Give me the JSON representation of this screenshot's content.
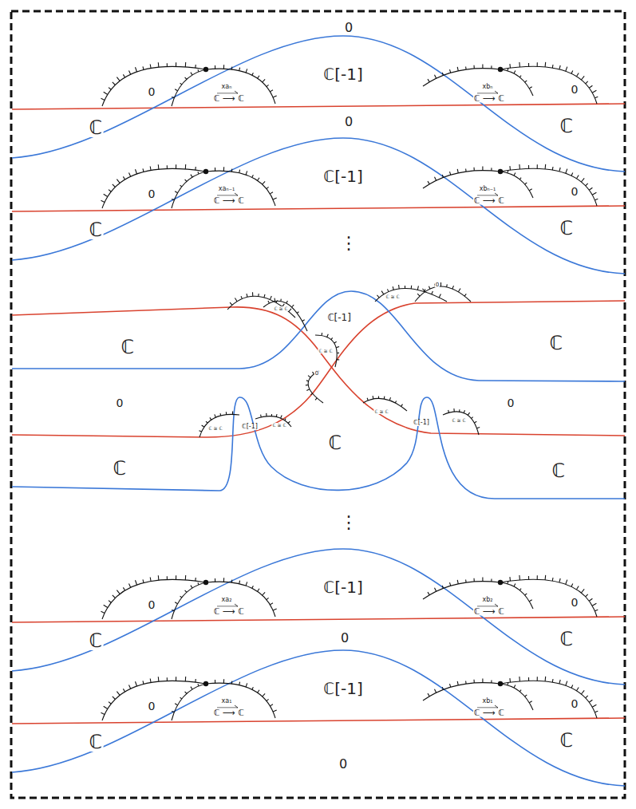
{
  "diagram": {
    "labels": [
      "0",
      "0",
      "ℂ ⟶ ℂ",
      "xaₙ",
      "ℂ[-1]",
      "ℂ ⟶ ℂ",
      "xbₙ",
      "0",
      "ℂ",
      "ℂ",
      "0",
      "0",
      "ℂ ⟶ ℂ",
      "xaₙ₋₁",
      "ℂ[-1]",
      "ℂ ⟶ ℂ",
      "xbₙ₋₁",
      "0",
      "ℂ",
      "ℂ",
      "⋮",
      "ℂ[-1]",
      "ℂ",
      "ℂ",
      "0",
      "0",
      "ℂ",
      "ℂ",
      "ℂ",
      "ℂ[-1]",
      "ℂ[-1]",
      "ℂ ≅ ℂ",
      "ℂ ≅ ℂ",
      "ℂ ≅ ℂ",
      "ℂ ≅ ℂ",
      "ℂ ≅ ℂ",
      "ℂ ≅ ℂ",
      "ℂ ≅ ℂ",
      "0",
      "0",
      "⋮",
      "0",
      "ℂ ⟶ ℂ",
      "xa₂",
      "ℂ[-1]",
      "ℂ ⟶ ℂ",
      "xb₂",
      "0",
      "ℂ",
      "ℂ",
      "0",
      "0",
      "ℂ ⟶ ℂ",
      "xa₁",
      "ℂ[-1]",
      "ℂ ⟶ ℂ",
      "xb₁",
      "0",
      "ℂ",
      "ℂ",
      "0"
    ]
  }
}
